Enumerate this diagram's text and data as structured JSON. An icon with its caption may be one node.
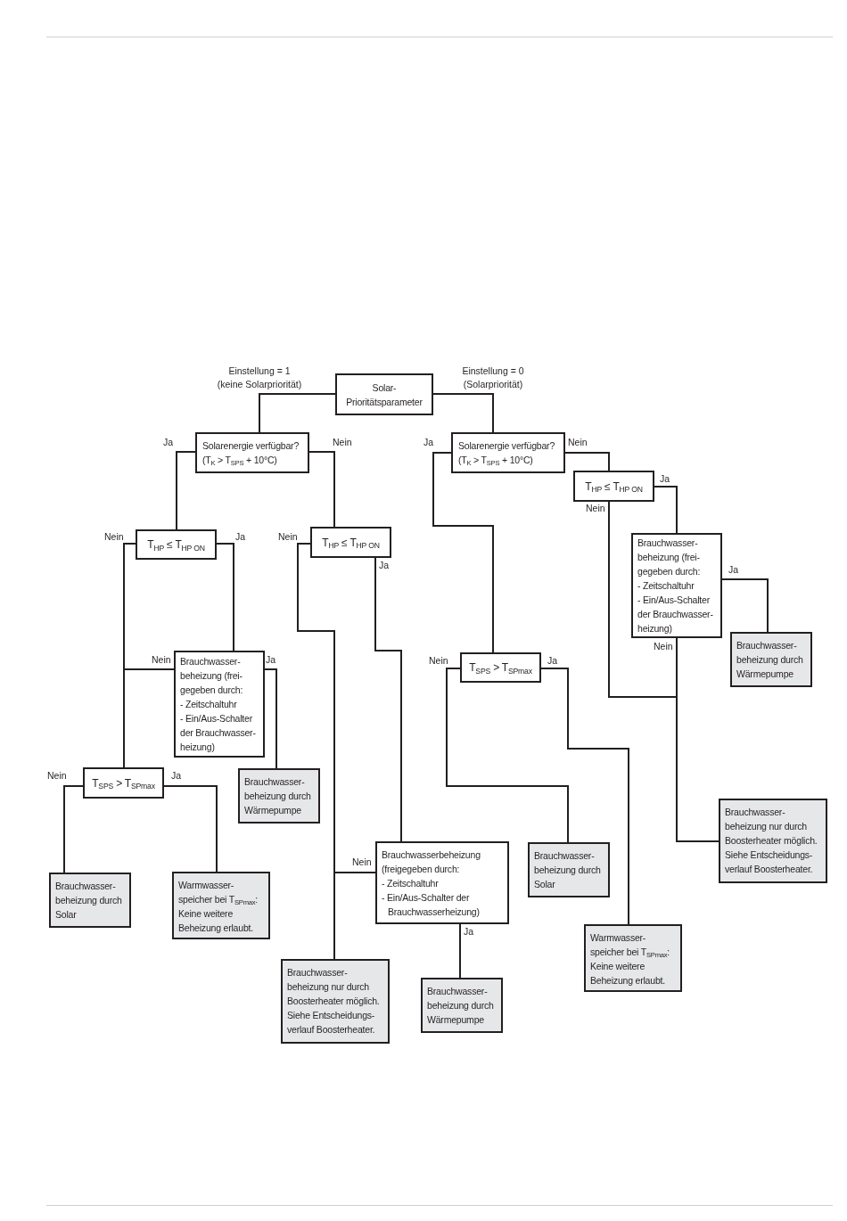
{
  "diagram": {
    "nodes": [
      {
        "text": [
          "Solar- Prioritätsparameter"
        ]
      },
      {
        "text": [
          "Solarenergie verfügbar? (T$_{K}$ > T$_{SPS}$ + 10°C)"
        ]
      },
      {
        "text": [
          "Solarenergie verfügbar? (T$_{K}$ > T$_{SPS}$ + 10°C)"
        ]
      },
      {
        "text": [
          "T$_{HP}$ ≤ T$_{HP ON}$"
        ]
      },
      {
        "text": [
          "T$_{HP}$ ≤ T$_{HP ON}$"
        ]
      },
      {
        "text": [
          "T$_{HP}$ ≤ T$_{HP ON}$"
        ]
      },
      {
        "text": [
          "Brauchwasser- beheizung (frei- gegeben durch:",
          "- Zeitschaltuhr",
          "- Ein/Aus-Schalter der Brauchwasser- heizung)"
        ]
      },
      {
        "text": [
          "Brauchwasser- beheizung durch Wärmepumpe"
        ]
      },
      {
        "text": [
          "Brauchwasser- beheizung (frei- gegeben durch:",
          "- Zeitschaltuhr",
          "- Ein/Aus-Schalter der Brauchwasser- heizung)"
        ]
      },
      {
        "text": [
          "T$_{SPS}$ > T$_{SPmax}$"
        ]
      },
      {
        "text": [
          "T$_{SPS}$ > T$_{SPmax}$"
        ]
      },
      {
        "text": [
          "Brauchwasser- beheizung durch Wärmepumpe"
        ]
      },
      {
        "text": [
          "Brauchwasser- beheizung nur durch Boosterheater möglich. Siehe Entscheidungs- verlauf Boosterheater."
        ]
      },
      {
        "text": [
          "Brauchwasserbeheizung (freigegeben durch:",
          "- Zeitschaltuhr",
          "- Ein/Aus-Schalter der Brauchwasserheizung)"
        ]
      },
      {
        "text": [
          "Brauchwasser- beheizung durch Solar"
        ]
      },
      {
        "text": [
          "Brauchwasser- beheizung durch Solar"
        ]
      },
      {
        "text": [
          "Warmwasser- speicher bei T$_{SPmax}$: Keine weitere Beheizung erlaubt."
        ]
      },
      {
        "text": [
          "Warmwasser- speicher bei T$_{SPmax}$: Keine weitere Beheizung erlaubt."
        ]
      },
      {
        "text": [
          "Brauchwasser- beheizung nur durch Boosterheater möglich. Siehe Entscheidungs- verlauf Boosterheater."
        ]
      },
      {
        "text": [
          "Brauchwasser- beheizung durch Wärmepumpe"
        ]
      }
    ],
    "edges": [
      {
        "from": 0,
        "to": 1,
        "arrow": "none",
        "label": "Einstellung = 1 (keine Solarpriorität)"
      },
      {
        "from": 0,
        "to": 2,
        "arrow": "none",
        "label": "Einstellung = 0 (Solarpriorität)"
      },
      {
        "from": 1,
        "to": 4,
        "arrow": "none",
        "label": "Ja"
      },
      {
        "from": 1,
        "to": 5,
        "arrow": "none",
        "label": "Nein"
      },
      {
        "from": 4,
        "to": 10,
        "arrow": "none",
        "label": "Nein"
      },
      {
        "from": 4,
        "to": 8,
        "arrow": "none",
        "label": "Ja"
      },
      {
        "from": 8,
        "to": 10,
        "arrow": "none",
        "label": "Nein"
      },
      {
        "from": 8,
        "to": 11,
        "arrow": "none",
        "label": "Ja"
      },
      {
        "from": 10,
        "to": 15,
        "arrow": "none",
        "label": "Nein"
      },
      {
        "from": 10,
        "to": 16,
        "arrow": "none",
        "label": "Ja"
      },
      {
        "from": 5,
        "to": 18,
        "arrow": "none",
        "label": "Nein"
      },
      {
        "from": 5,
        "to": 13,
        "arrow": "none",
        "label": "Ja"
      },
      {
        "from": 13,
        "to": 18,
        "arrow": "none",
        "label": "Nein"
      },
      {
        "from": 13,
        "to": 19,
        "arrow": "none",
        "label": "Ja"
      },
      {
        "from": 2,
        "to": 9,
        "arrow": "none",
        "label": "Ja"
      },
      {
        "from": 2,
        "to": 3,
        "arrow": "none",
        "label": "Nein"
      },
      {
        "from": 3,
        "to": 6,
        "arrow": "none",
        "label": "Ja"
      },
      {
        "from": 3,
        "to": 12,
        "arrow": "none",
        "label": "Nein"
      },
      {
        "from": 6,
        "to": 12,
        "arrow": "none",
        "label": "Nein"
      },
      {
        "from": 6,
        "to": 7,
        "arrow": "none",
        "label": "Ja"
      },
      {
        "from": 9,
        "to": 14,
        "arrow": "none",
        "label": "Nein"
      },
      {
        "from": 9,
        "to": 17,
        "arrow": "none",
        "label": "Ja"
      }
    ]
  }
}
